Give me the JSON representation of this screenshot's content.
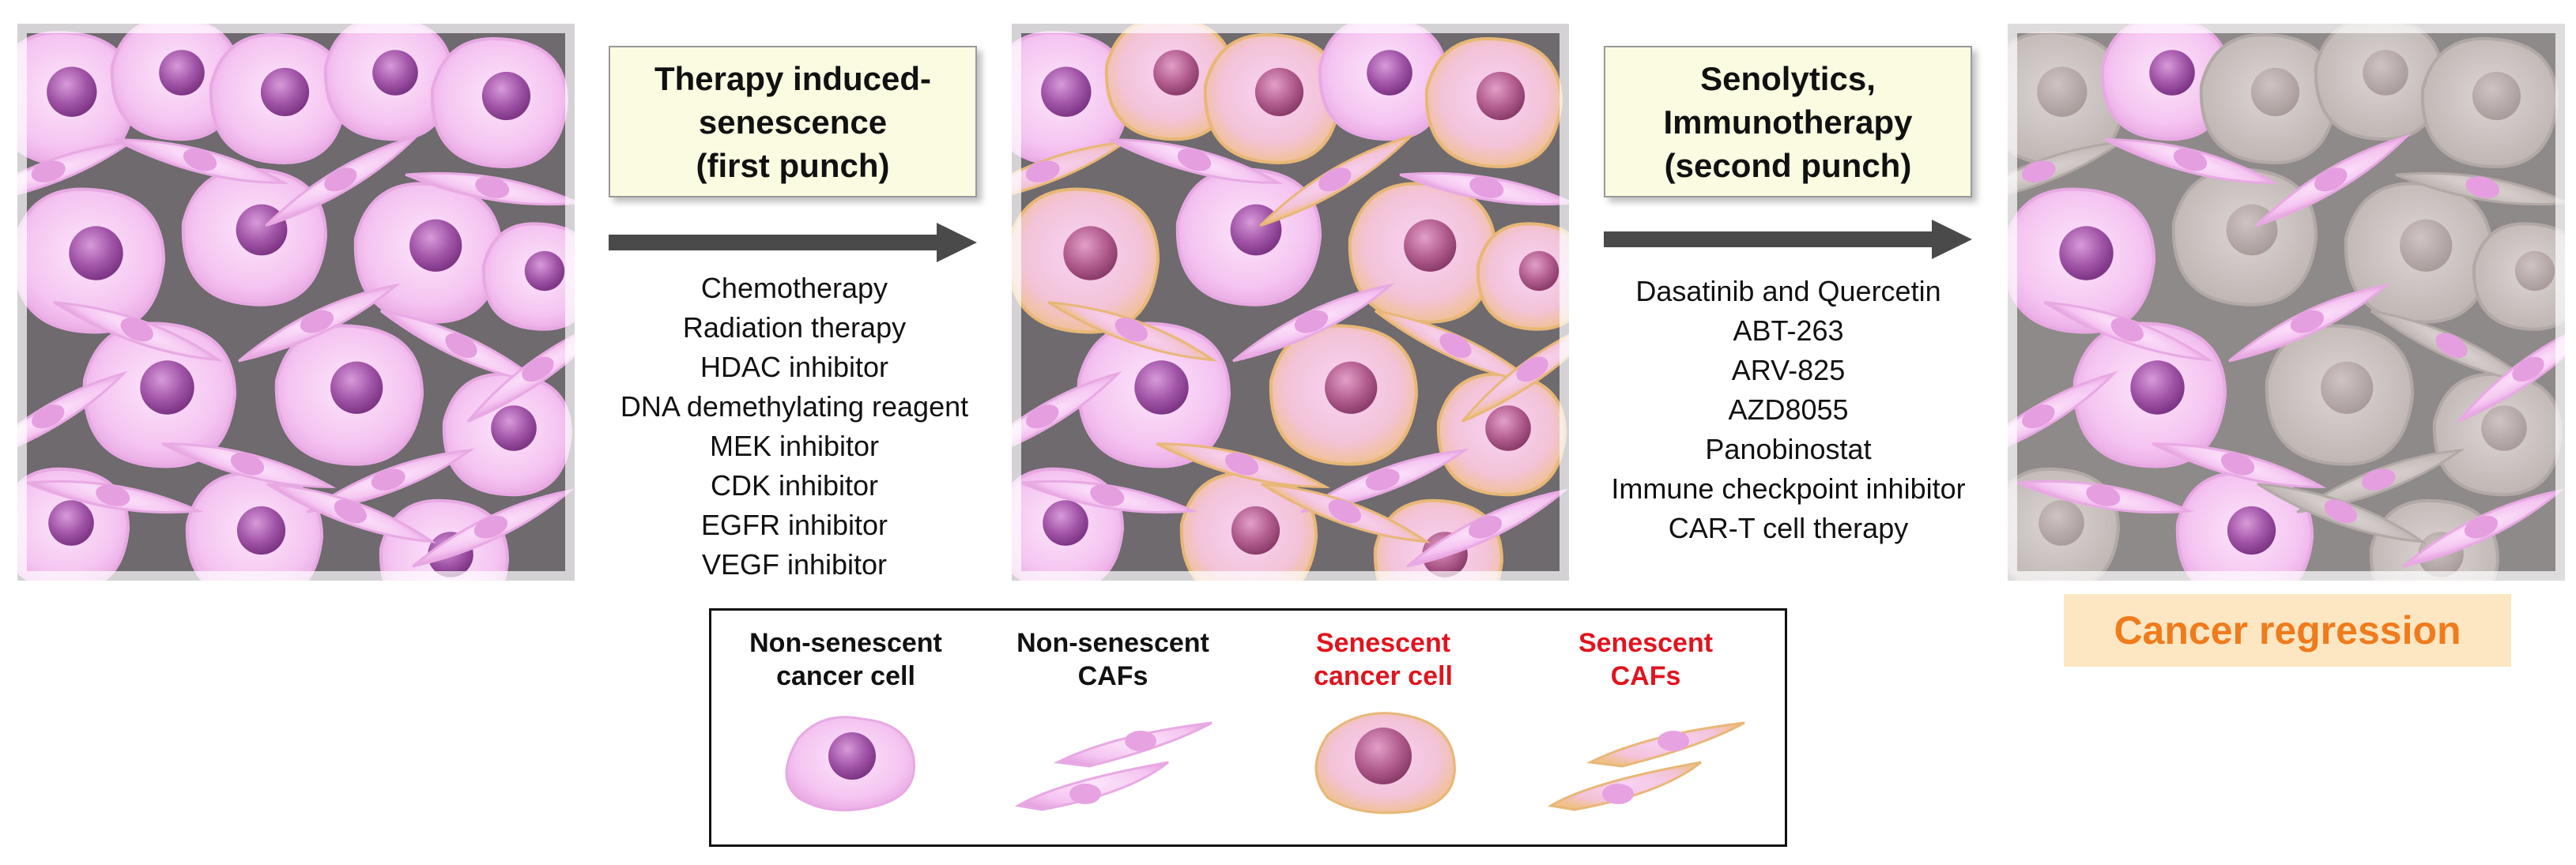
{
  "step1": {
    "title_lines": [
      "Therapy induced-",
      "senescence",
      "(first punch)"
    ],
    "drugs": [
      "Chemotherapy",
      "Radiation therapy",
      "HDAC inhibitor",
      "DNA demethylating reagent",
      "MEK inhibitor",
      "CDK inhibitor",
      "EGFR inhibitor",
      "VEGF inhibitor"
    ]
  },
  "step2": {
    "title_lines": [
      "Senolytics,",
      "Immunotherapy",
      "(second punch)"
    ],
    "drugs": [
      "Dasatinib and Quercetin",
      "ABT-263",
      "ARV-825",
      "AZD8055",
      "Panobinostat",
      "Immune checkpoint inhibitor",
      "CAR-T cell therapy"
    ]
  },
  "legend": {
    "items": [
      {
        "lines": [
          "Non-senescent",
          "cancer cell"
        ],
        "red": false
      },
      {
        "lines": [
          "Non-senescent",
          "CAFs"
        ],
        "red": false
      },
      {
        "lines": [
          "Senescent",
          "cancer cell"
        ],
        "red": true
      },
      {
        "lines": [
          "Senescent",
          "CAFs"
        ],
        "red": true
      }
    ]
  },
  "outcome": "Cancer regression",
  "colors": {
    "cell_pink": "#f6c6f2",
    "nucleus_purple": "#9c4aa2",
    "senescent_orange": "#f0c38a",
    "regressed_gray": "#cbc3c1",
    "red_label": "#e0141e",
    "outcome_orange": "#f07b1c"
  }
}
